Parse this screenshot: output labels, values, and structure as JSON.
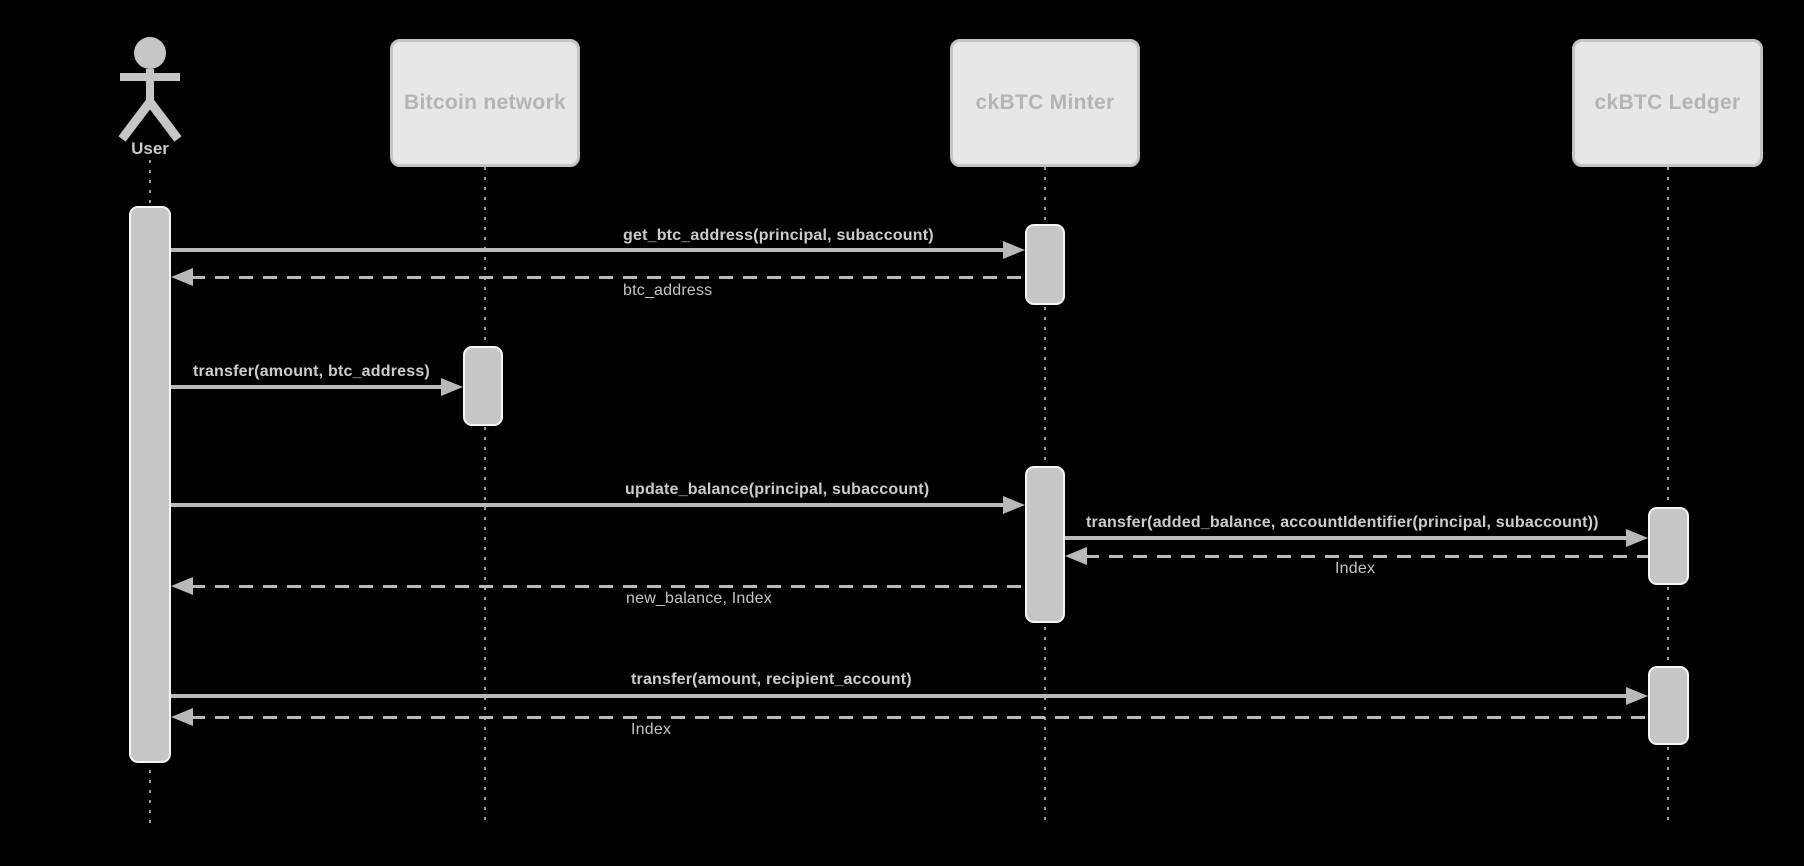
{
  "diagram": {
    "kind": "uml-sequence-diagram",
    "actors": [
      {
        "id": "user",
        "label": "User",
        "type": "actor"
      },
      {
        "id": "bitcoin",
        "label": "Bitcoin network",
        "type": "participant"
      },
      {
        "id": "minter",
        "label": "ckBTC Minter",
        "type": "participant"
      },
      {
        "id": "ledger",
        "label": "ckBTC Ledger",
        "type": "participant"
      }
    ],
    "messages": [
      {
        "from": "user",
        "to": "minter",
        "style": "solid",
        "label": "get_btc_address(principal, subaccount)"
      },
      {
        "from": "minter",
        "to": "user",
        "style": "dashed",
        "label": "btc_address"
      },
      {
        "from": "user",
        "to": "bitcoin",
        "style": "solid",
        "label": "transfer(amount, btc_address)"
      },
      {
        "from": "user",
        "to": "minter",
        "style": "solid",
        "label": "update_balance(principal, subaccount)"
      },
      {
        "from": "minter",
        "to": "ledger",
        "style": "solid",
        "label": "transfer(added_balance, accountIdentifier(principal, subaccount))"
      },
      {
        "from": "ledger",
        "to": "minter",
        "style": "dashed",
        "label": "Index"
      },
      {
        "from": "minter",
        "to": "user",
        "style": "dashed",
        "label": "new_balance, Index"
      },
      {
        "from": "user",
        "to": "ledger",
        "style": "solid",
        "label": "transfer(amount, recipient_account)"
      },
      {
        "from": "ledger",
        "to": "user",
        "style": "dashed",
        "label": "Index"
      }
    ],
    "colors": {
      "background": "#000000",
      "participant_fill": "#e7e7e7",
      "participant_border": "#c4c4c4",
      "participant_text": "#b4b4b4",
      "activation_fill": "#c6c6c6",
      "activation_border": "#f5f5f5",
      "arrow": "#b9b9b9",
      "lifeline": "#9a9a9a",
      "message_text": "#cccccc"
    }
  }
}
